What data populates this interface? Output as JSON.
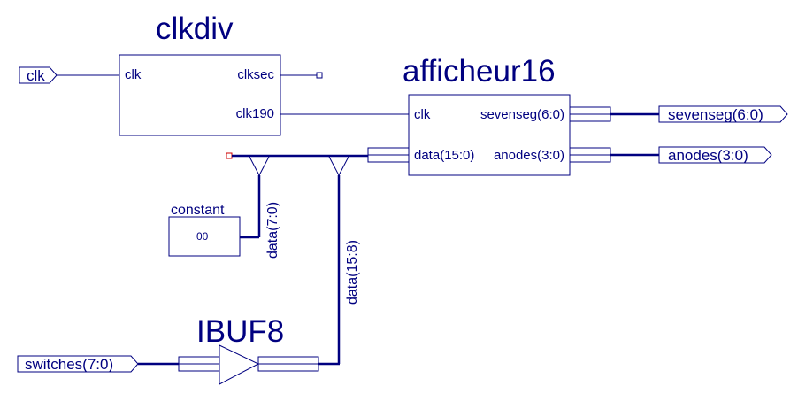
{
  "blocks": {
    "clkdiv": {
      "title": "clkdiv",
      "pin_clk": "clk",
      "pin_clksec": "clksec",
      "pin_clk190": "clk190"
    },
    "afficheur": {
      "title": "afficheur16",
      "pin_clk": "clk",
      "pin_data": "data(15:0)",
      "pin_sevenseg": "sevenseg(6:0)",
      "pin_anodes": "anodes(3:0)"
    },
    "constant": {
      "title": "constant",
      "value": "00"
    },
    "ibuf": {
      "title": "IBUF8"
    }
  },
  "ports": {
    "clk": "clk",
    "switches": "switches(7:0)",
    "sevenseg": "sevenseg(6:0)",
    "anodes": "anodes(3:0)"
  },
  "nets": {
    "data_low": "data(7:0)",
    "data_high": "data(15:8)"
  },
  "colors": {
    "wire": "#000080",
    "unconnected_marker": "#cc0000"
  }
}
